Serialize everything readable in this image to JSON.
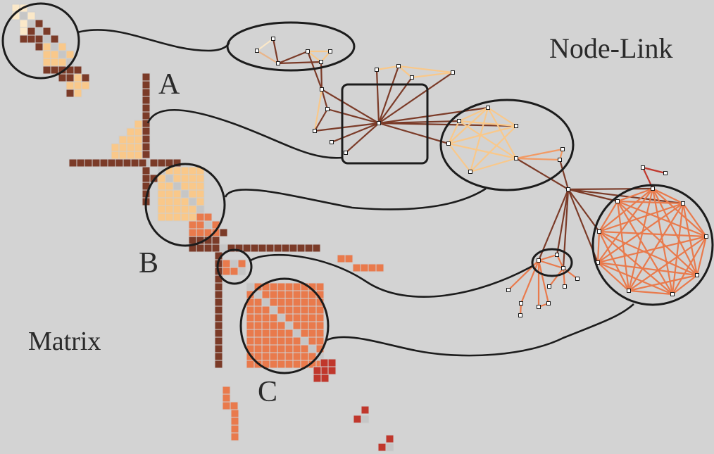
{
  "labels": {
    "node_link": "Node-Link",
    "matrix": "Matrix",
    "a": "A",
    "b": "B",
    "c": "C"
  },
  "colors": {
    "background": "#d3d3d3",
    "dark": "#7b3b28",
    "light": "#f9c88a",
    "pale": "#fbe8c8",
    "orange": "#e97a4c",
    "red": "#c0372c",
    "outline": "#1c1c1c"
  }
}
